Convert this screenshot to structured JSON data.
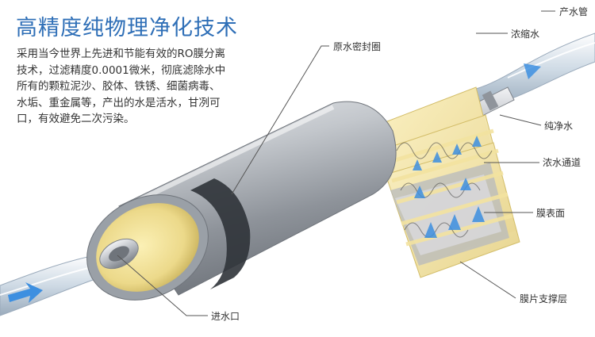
{
  "title": "高精度纯物理净化技术",
  "description": {
    "lines": [
      "采用当今世界上先进和节能有效的RO膜分离",
      "技术，过滤精度0.0001微米，彻底滤除水中",
      "所有的颗粒泥沙、胶体、铁锈、细菌病毒、",
      "水垢、重金属等，产出的水是活水，甘冽可",
      "口，有效避免二次污染。"
    ]
  },
  "labels": {
    "product_pipe": "产水管",
    "concentrate": "浓缩水",
    "seal_ring": "原水密封圈",
    "pure_water": "纯净水",
    "concentrate_channel": "浓水通道",
    "membrane_surface": "膜表面",
    "inlet": "进水口",
    "support_layer": "膜片支撑层"
  },
  "colors": {
    "title": "#2f6fb7",
    "membrane": "#f3e3a0",
    "membrane_edge": "#d8c26e",
    "shell": "#b8bcc2",
    "flow_arrow": "#3d8fe0"
  }
}
